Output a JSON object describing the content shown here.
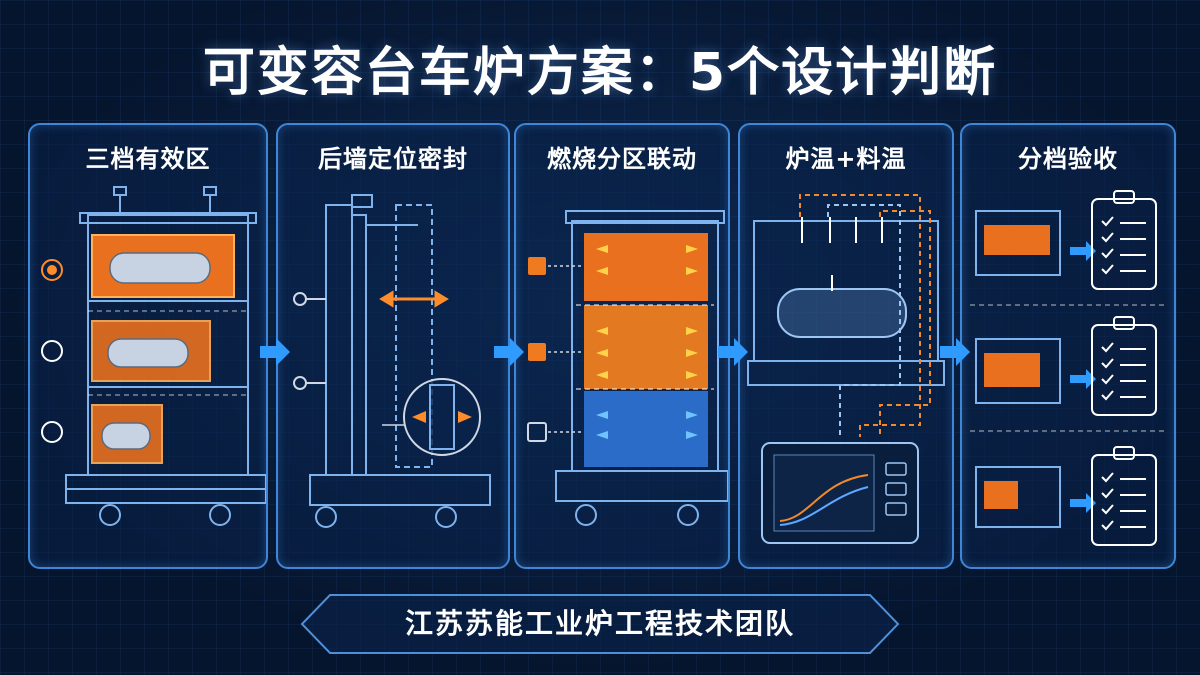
{
  "title": "可变容台车炉方案：5个设计判断",
  "panels": [
    {
      "title": "三档有效区"
    },
    {
      "title": "后墙定位密封"
    },
    {
      "title": "燃烧分区联动"
    },
    {
      "title": "炉温+料温"
    },
    {
      "title": "分档验收"
    }
  ],
  "footer": "江苏苏能工业炉工程技术团队",
  "colors": {
    "background": "#06152e",
    "panel_border": "#3f86d6",
    "line": "#7fb3ee",
    "hot_orange": "#f07a20",
    "cool_blue": "#2a6cc8",
    "arrow": "#2f9bff"
  }
}
